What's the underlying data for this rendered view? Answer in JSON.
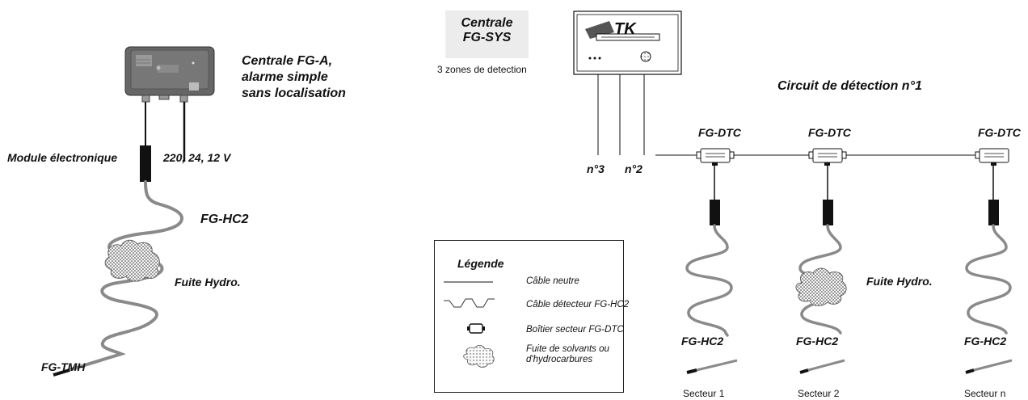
{
  "left": {
    "central_title": [
      "Centrale FG-A,",
      "alarme simple",
      "sans localisation"
    ],
    "module_label": "Module électronique",
    "power_label": "220, 24, 12 V",
    "cable_label": "FG-HC2",
    "leak_label": "Fuite Hydro.",
    "end_label": "FG-TMH"
  },
  "sys": {
    "title_line1": "Centrale",
    "title_line2": "FG-SYS",
    "zones": "3 zones de detection",
    "logo_text": "TK",
    "circuit_title": "Circuit de détection n°1",
    "zone3": "n°3",
    "zone2": "n°2",
    "dtc_labels": [
      "FG-DTC",
      "FG-DTC",
      "FG-DTC"
    ],
    "cable_labels": [
      "FG-HC2",
      "FG-HC2",
      "FG-HC2"
    ],
    "sector_labels": [
      "Secteur 1",
      "Secteur 2",
      "Secteur n"
    ],
    "leak_label": "Fuite Hydro."
  },
  "legend": {
    "title": "Légende",
    "items": [
      {
        "icon": "neutral-cable-icon",
        "text": "Câble neutre"
      },
      {
        "icon": "detector-cable-icon",
        "text": "Câble détecteur FG-HC2"
      },
      {
        "icon": "dtc-box-icon",
        "text": "Boîtier secteur FG-DTC"
      },
      {
        "icon": "leak-icon",
        "text": "Fuite de solvants ou\nd'hydrocarbures"
      }
    ]
  }
}
